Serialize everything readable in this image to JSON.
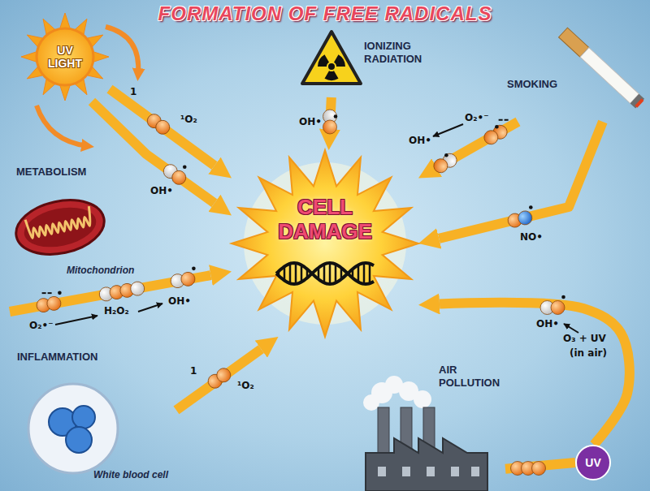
{
  "diagram": {
    "title": "FORMATION OF FREE RADICALS",
    "nodes": [
      {
        "text": [
          "UV LIGHT"
        ]
      },
      {
        "text": [
          "IONIZING RADIATION"
        ]
      },
      {
        "text": [
          "SMOKING"
        ]
      },
      {
        "text": [
          "METABOLISM",
          "Mitochondrion"
        ]
      },
      {
        "text": [
          "CELL DAMAGE"
        ]
      },
      {
        "text": [
          "INFLAMMATION",
          "White blood cell"
        ]
      },
      {
        "text": [
          "AIR POLLUTION"
        ]
      },
      {
        "text": [
          "UV"
        ]
      }
    ],
    "edges": [
      {
        "from": 0,
        "to": 4,
        "arrow": "to"
      },
      {
        "from": 0,
        "to": 4,
        "arrow": "to"
      },
      {
        "from": 1,
        "to": 4,
        "arrow": "to"
      },
      {
        "from": 2,
        "to": 4,
        "arrow": "to"
      },
      {
        "from": 2,
        "to": 4,
        "arrow": "to"
      },
      {
        "from": 3,
        "to": 4,
        "arrow": "to"
      },
      {
        "from": 5,
        "to": 4,
        "arrow": "to"
      },
      {
        "from": 6,
        "to": 7,
        "arrow": "none"
      },
      {
        "from": 7,
        "to": 4,
        "arrow": "to"
      }
    ],
    "labels": [
      "1",
      "¹O₂",
      "OH•",
      "OH•",
      "O₂•⁻",
      "OH•",
      "NO•",
      "O₂•⁻",
      "H₂O₂",
      "OH•",
      "1",
      "¹O₂",
      "OH•",
      "O₃ + UV",
      "(in air)"
    ]
  }
}
